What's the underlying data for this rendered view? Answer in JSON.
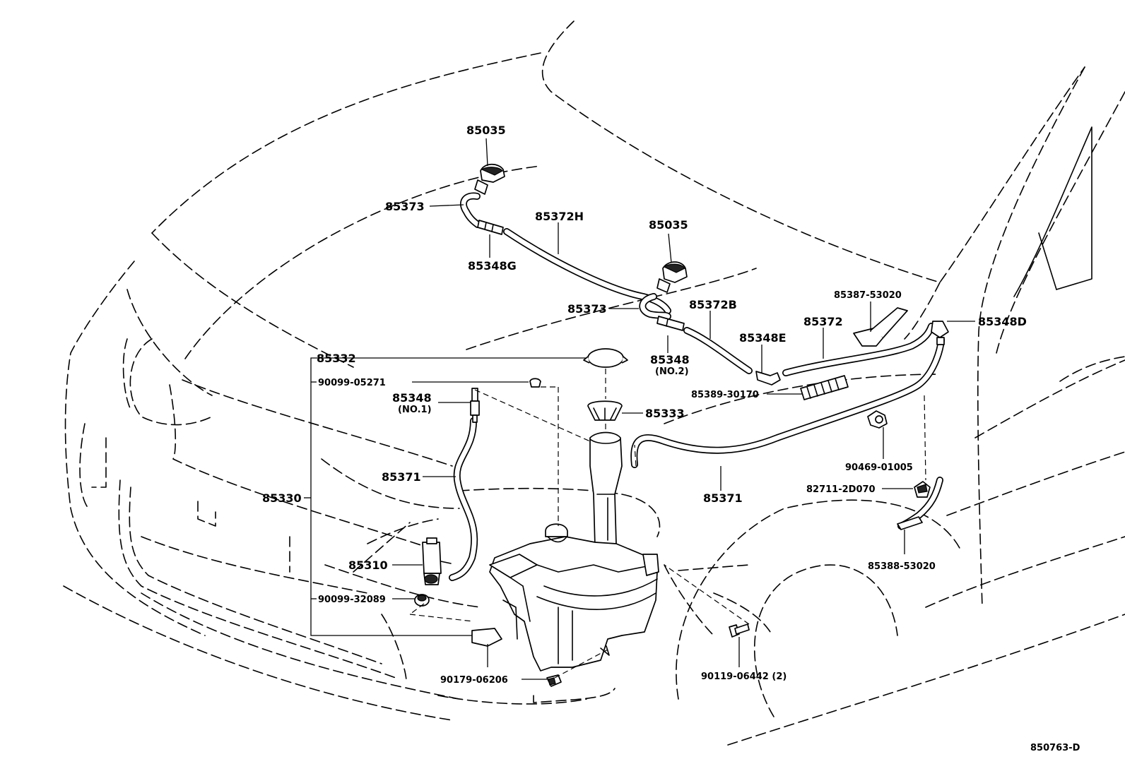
{
  "labels": {
    "p85035_top": "85035",
    "p85373_top": "85373",
    "p85372h": "85372H",
    "p85348g": "85348G",
    "p85035_mid": "85035",
    "p85373_mid": "85373",
    "p85372b": "85372B",
    "p85387": "85387-53020",
    "p85348d": "85348D",
    "p85372": "85372",
    "p85348e": "85348E",
    "p85332": "85332",
    "p85348_no2": "85348",
    "p85348_no2_sub": "(NO.2)",
    "p90099_05271": "90099-05271",
    "p85348_no1": "85348",
    "p85348_no1_sub": "(NO.1)",
    "p85389": "85389-30170",
    "p85333": "85333",
    "p85371_left": "85371",
    "p85330": "85330",
    "p85371_right": "85371",
    "p90469": "90469-01005",
    "p82711": "82711-2D070",
    "p85310": "85310",
    "p90099_32089": "90099-32089",
    "p85388": "85388-53020",
    "p90179": "90179-06206",
    "p90119": "90119-06442 (2)",
    "diagram_code": "850763-D"
  }
}
